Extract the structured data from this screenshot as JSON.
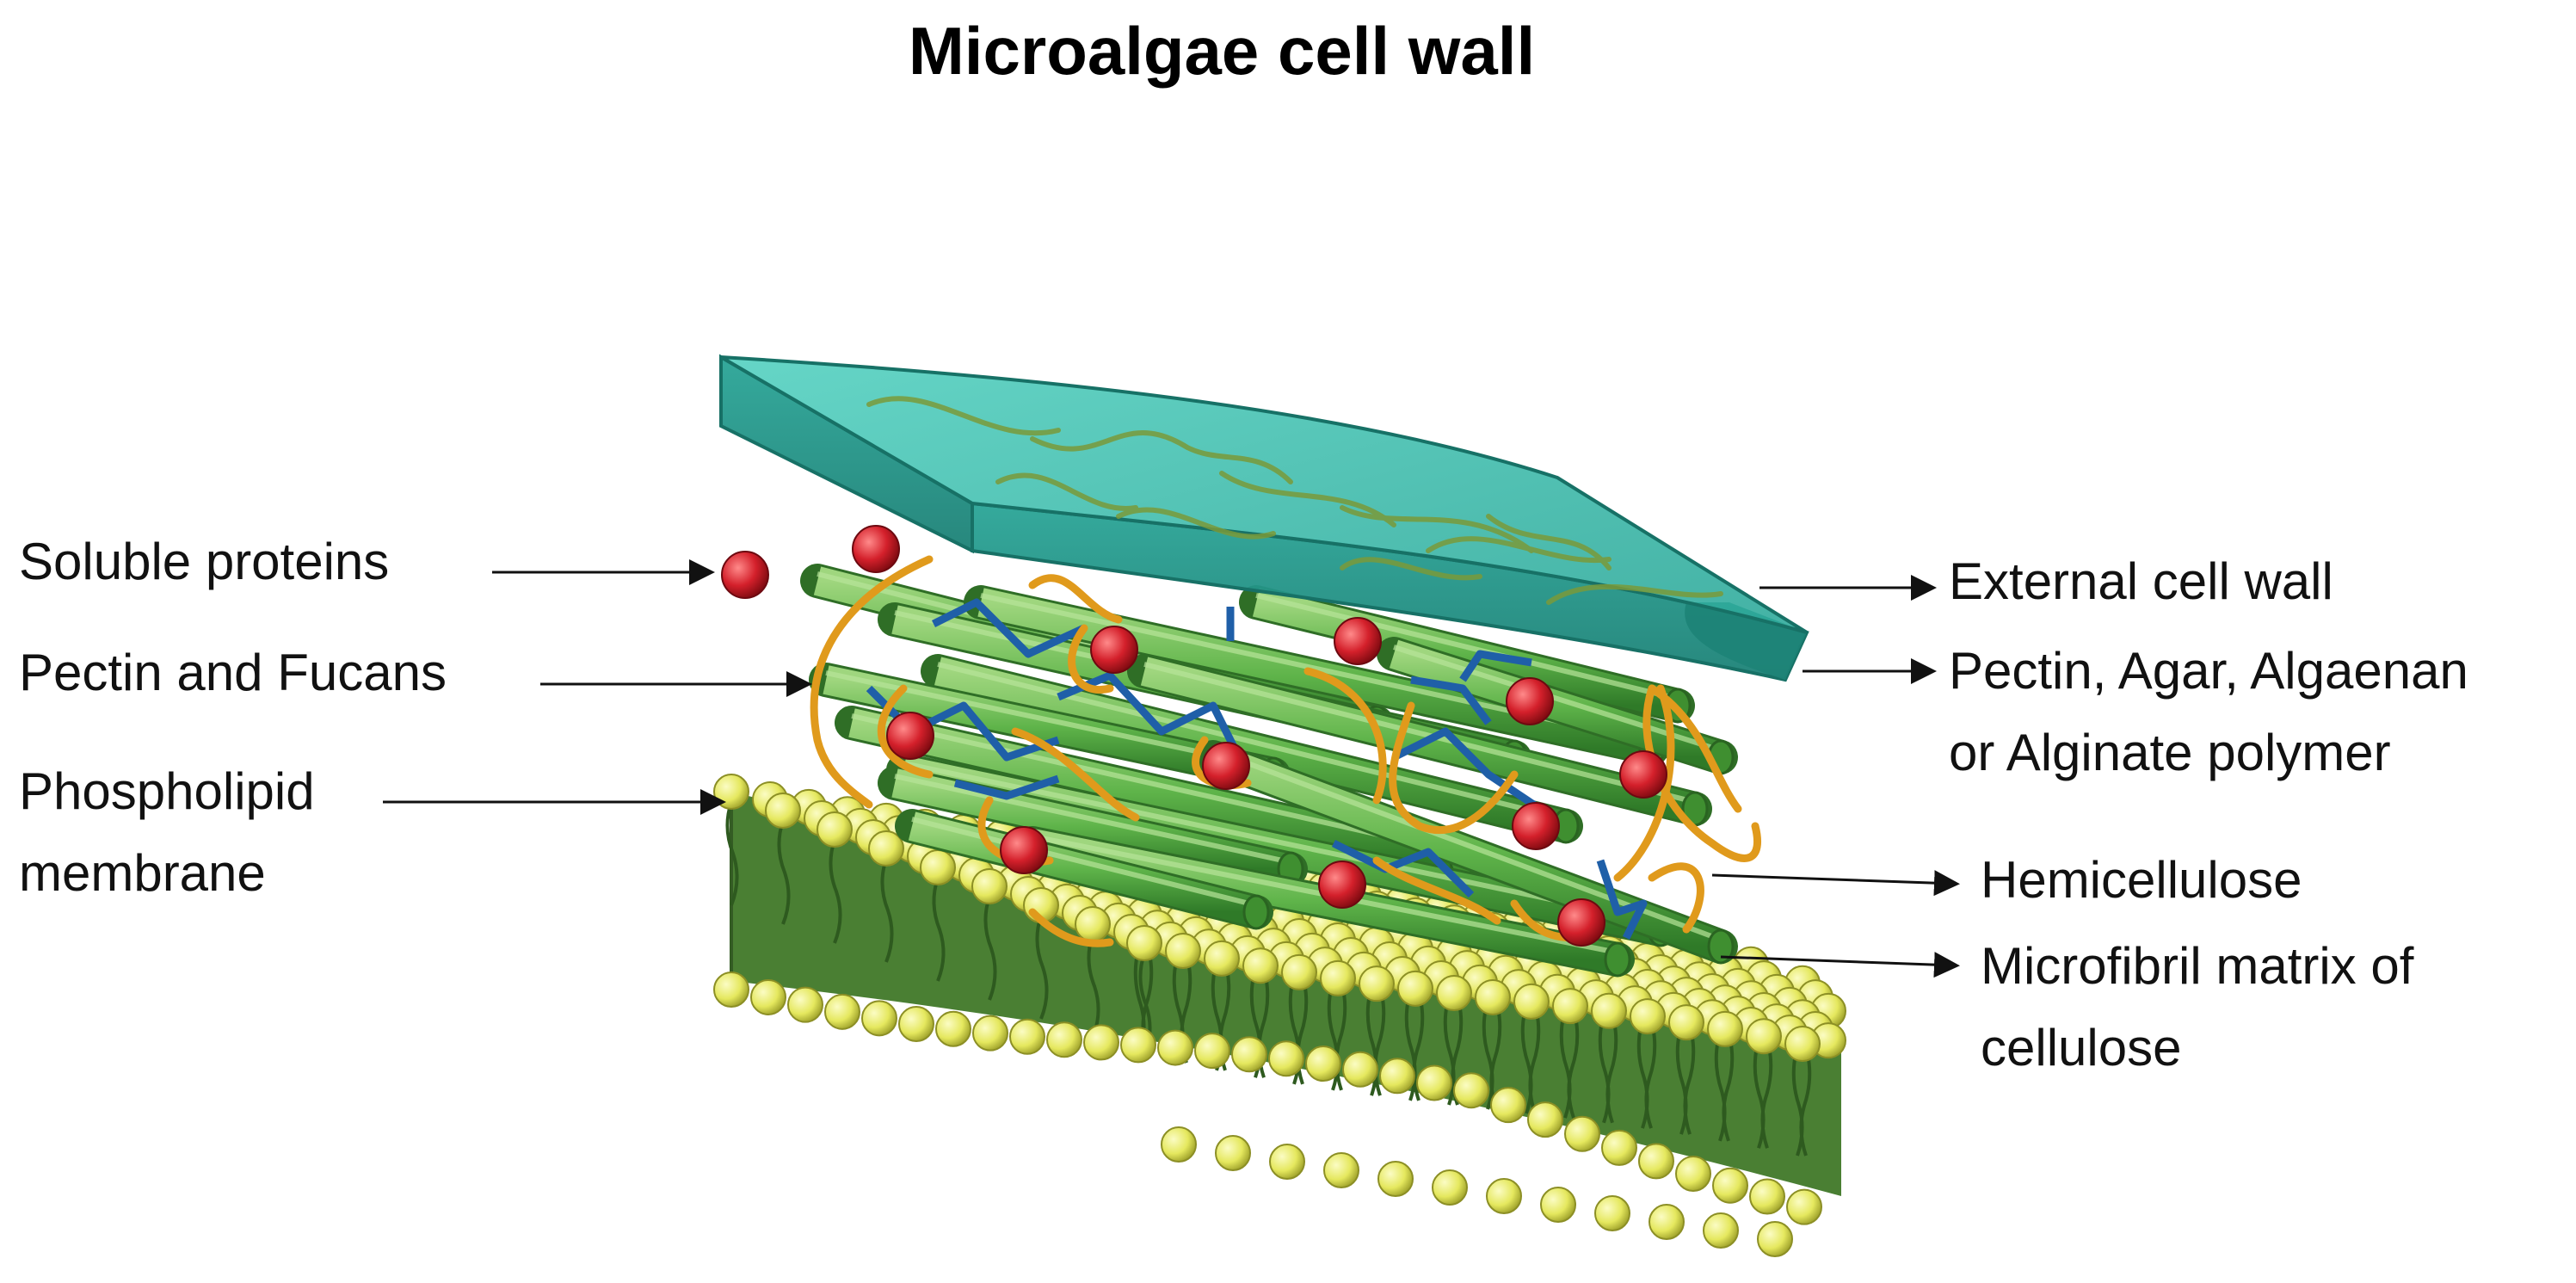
{
  "title": "Microalgae cell wall",
  "labels": {
    "left": {
      "soluble_proteins": "Soluble proteins",
      "pectin_fucans": "Pectin and Fucans",
      "phospholipid_line1": "Phospholipid",
      "phospholipid_line2": "membrane"
    },
    "right": {
      "external_wall": "External cell wall",
      "polymer_line1": "Pectin, Agar, Algaenan",
      "polymer_line2": "or Alginate polymer",
      "hemicellulose": "Hemicellulose",
      "microfibril_line1": "Microfibril matrix of",
      "microfibril_line2": "cellulose"
    }
  },
  "colors": {
    "wall_teal": "#2fb8a6",
    "fiber_green": "#5fb44a",
    "protein_red": "#d21f2a",
    "lipid_yellow": "#e9ec6a",
    "pectin_orange": "#e59a1c",
    "hemicellulose_blue": "#1f5fa8",
    "tail_green": "#3e6b2a"
  }
}
